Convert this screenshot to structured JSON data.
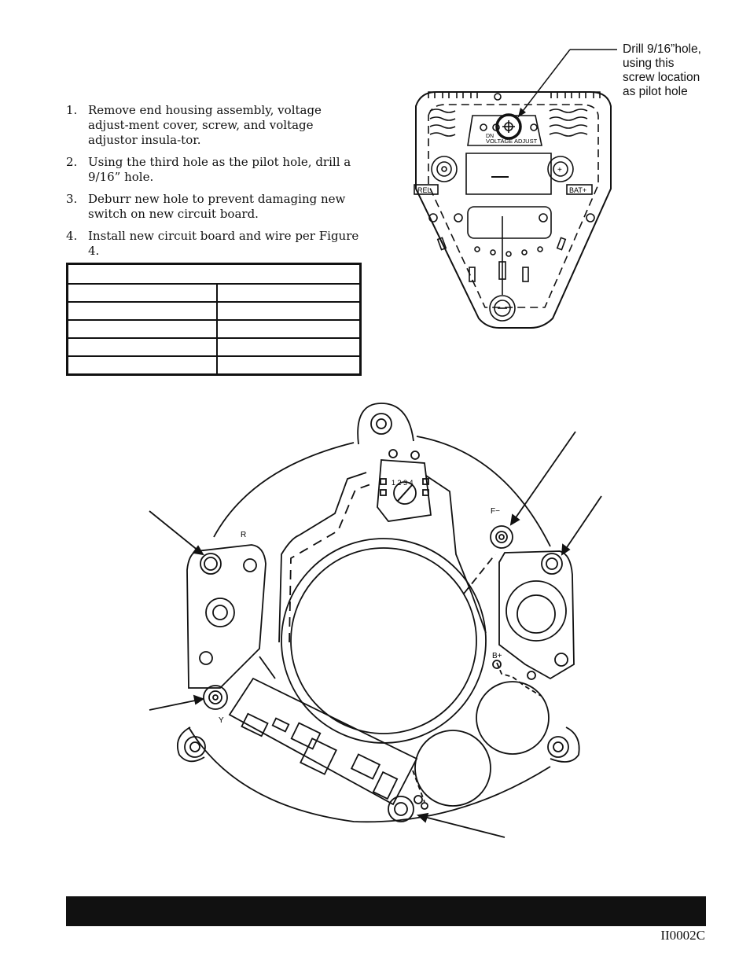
{
  "instructions": [
    {
      "number": "1.",
      "text": "Remove end housing assembly, voltage adjust-ment cover, screw, and voltage adjustor insula-tor."
    },
    {
      "number": "2.",
      "text": "Using the third hole as the pilot hole, drill a 9/16” hole."
    },
    {
      "number": "3.",
      "text": "Deburr new hole to prevent damaging  new switch on  new circuit board."
    },
    {
      "number": "4.",
      "text": "Install new circuit board and wire per Figure 4."
    }
  ],
  "callout": {
    "lines": [
      "Drill 9/16”hole,",
      "using this",
      "screw location",
      "as pilot hole"
    ]
  },
  "end_view_labels": {
    "voltage_adjust": "VOLTAGE  ADJUST",
    "dn": "DN",
    "rel": "REL",
    "bat": "BAT+",
    "plus": "+"
  },
  "board_labels": {
    "r": "R",
    "f_minus": "F−",
    "b_plus": "B+",
    "y": "Y",
    "switch_digits": "1  2  3  4"
  },
  "footer": {
    "code": "II0002C"
  }
}
